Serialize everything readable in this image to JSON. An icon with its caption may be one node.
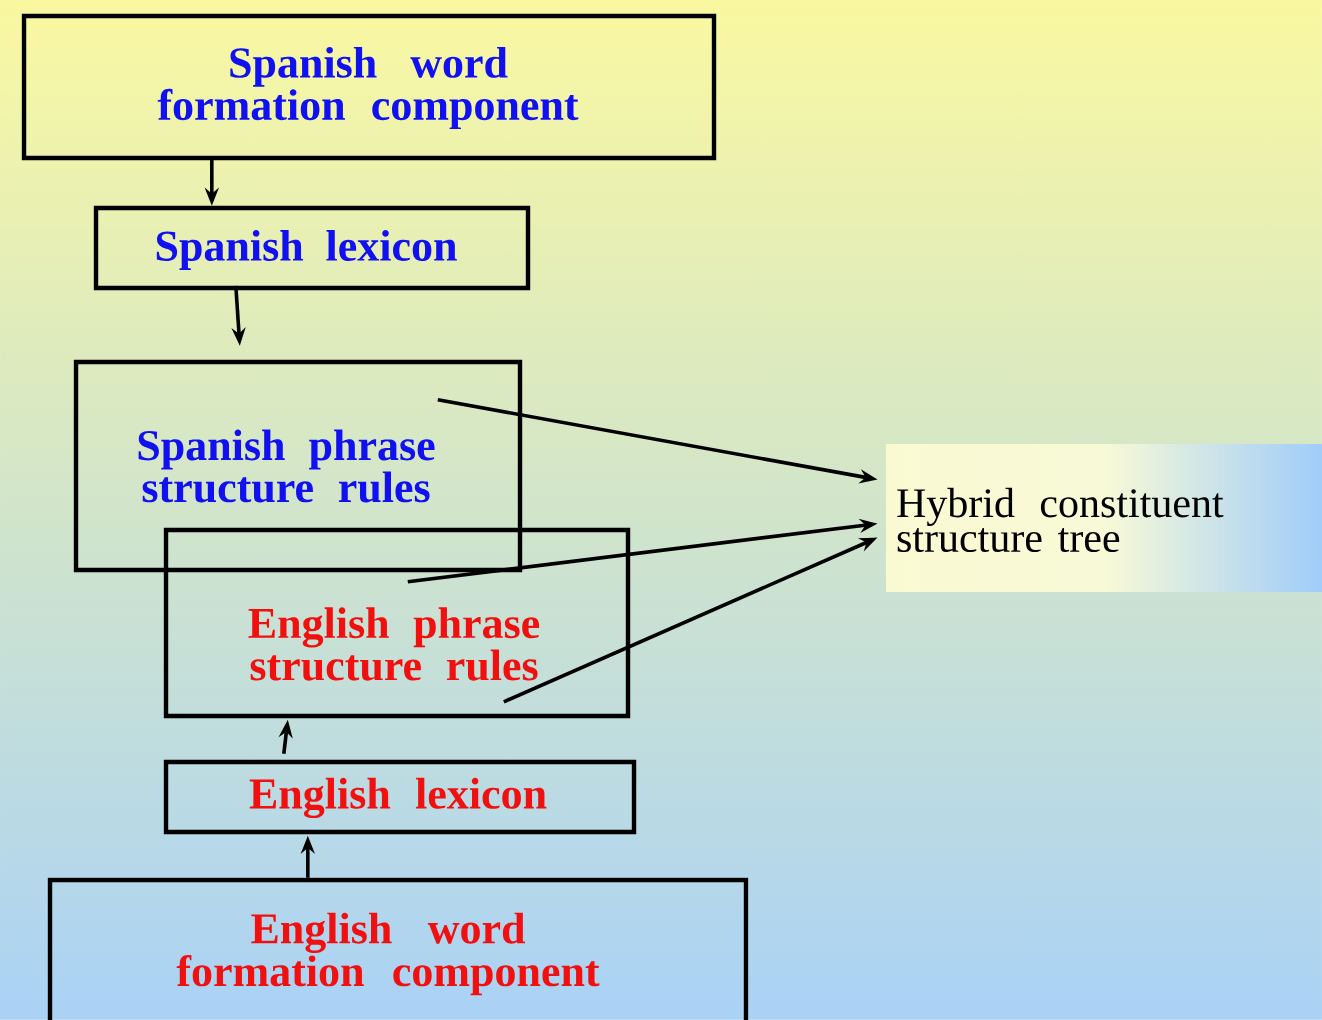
{
  "diagram": {
    "nodes": [
      {
        "text": [
          "Spanish word formation component"
        ]
      },
      {
        "text": [
          "Spanish lexicon"
        ]
      },
      {
        "text": [
          "Spanish phrase structure rules"
        ]
      },
      {
        "text": [
          "English phrase structure rules"
        ]
      },
      {
        "text": [
          "English lexicon"
        ]
      },
      {
        "text": [
          "English word formation component"
        ]
      },
      {
        "text": [
          "Hybrid constituent structure tree"
        ]
      }
    ],
    "edges": [
      {
        "from": 0,
        "to": 1,
        "arrow": "to"
      },
      {
        "from": 1,
        "to": 2,
        "arrow": "to"
      },
      {
        "from": 2,
        "to": 6,
        "arrow": "to"
      },
      {
        "from": 3,
        "to": 6,
        "arrow": "to"
      },
      {
        "from": 3,
        "to": 6,
        "arrow": "to"
      },
      {
        "from": 4,
        "to": 3,
        "arrow": "to"
      },
      {
        "from": 5,
        "to": 4,
        "arrow": "to"
      }
    ]
  }
}
